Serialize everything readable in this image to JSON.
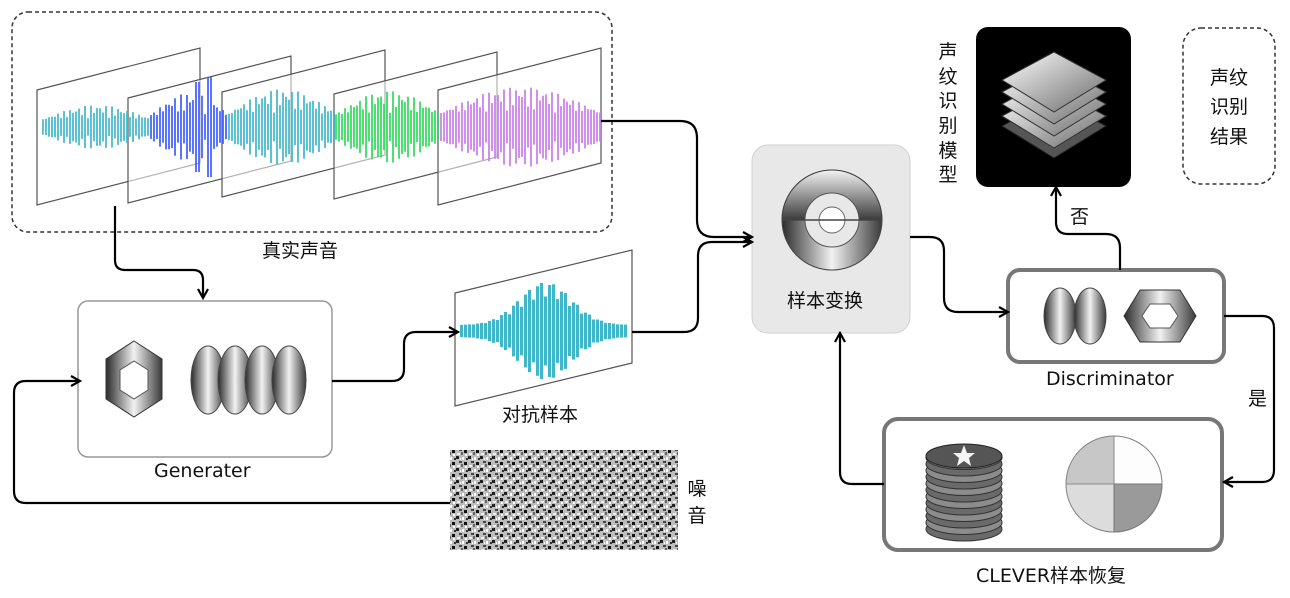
{
  "labels": {
    "real_voice": "真实声音",
    "generator": "Generater",
    "adversarial_sample": "对抗样本",
    "noise": "噪音",
    "sample_transform": "样本变换",
    "discriminator": "Discriminator",
    "clever_recovery": "CLEVER样本恢复",
    "voiceprint_model": "声纹识别模型",
    "voiceprint_result": "声纹识别结果",
    "no": "否",
    "yes": "是"
  },
  "colors": {
    "arrow": "#000000",
    "wave_teal": "#3fb7c9",
    "wave_blue": "#3d5cff",
    "wave_magenta": "#c23fe0",
    "wave_green": "#2fd85a",
    "wave_violet": "#c77be8",
    "model_bg": "#000000"
  },
  "icons": {
    "generator": [
      "hexagon-frame-icon",
      "rings-stack-icon"
    ],
    "discriminator": [
      "rings-pair-icon",
      "hexagon-frame-icon"
    ],
    "sample_transform": "ring-split-icon",
    "clever_recovery": [
      "coin-stack-star-icon",
      "quartered-sphere-icon"
    ],
    "voiceprint_model": "layers-stack-icon"
  }
}
